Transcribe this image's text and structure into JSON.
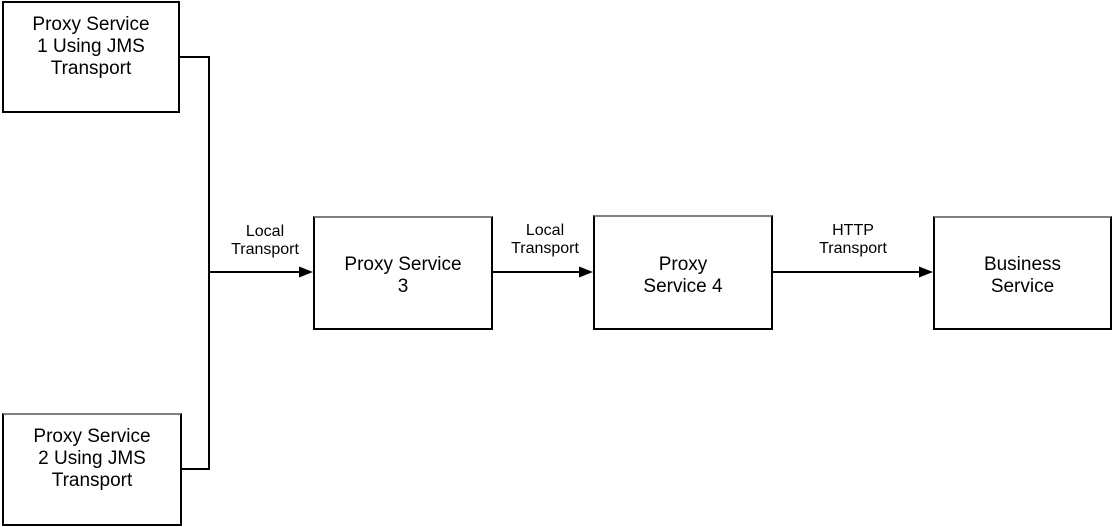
{
  "diagram": {
    "nodes": [
      {
        "id": "proxy-service-1",
        "label": "Proxy Service\n1 Using JMS\nTransport"
      },
      {
        "id": "proxy-service-2",
        "label": "Proxy Service\n2 Using JMS\nTransport"
      },
      {
        "id": "proxy-service-3",
        "label": "Proxy Service\n3"
      },
      {
        "id": "proxy-service-4",
        "label": "Proxy\nService 4"
      },
      {
        "id": "business-service",
        "label": "Business\nService"
      }
    ],
    "edges": [
      {
        "from": "proxy-service-1 + proxy-service-2 (merged junction)",
        "to": "proxy-service-3",
        "label": "Local\nTransport"
      },
      {
        "from": "proxy-service-3",
        "to": "proxy-service-4",
        "label": "Local\nTransport"
      },
      {
        "from": "proxy-service-4",
        "to": "business-service",
        "label": "HTTP\nTransport"
      }
    ],
    "colors": {
      "background": "#ffffff",
      "line": "#000000",
      "box_border": "#000000",
      "box_border_top_shade": "#808080",
      "text": "#000000"
    }
  }
}
